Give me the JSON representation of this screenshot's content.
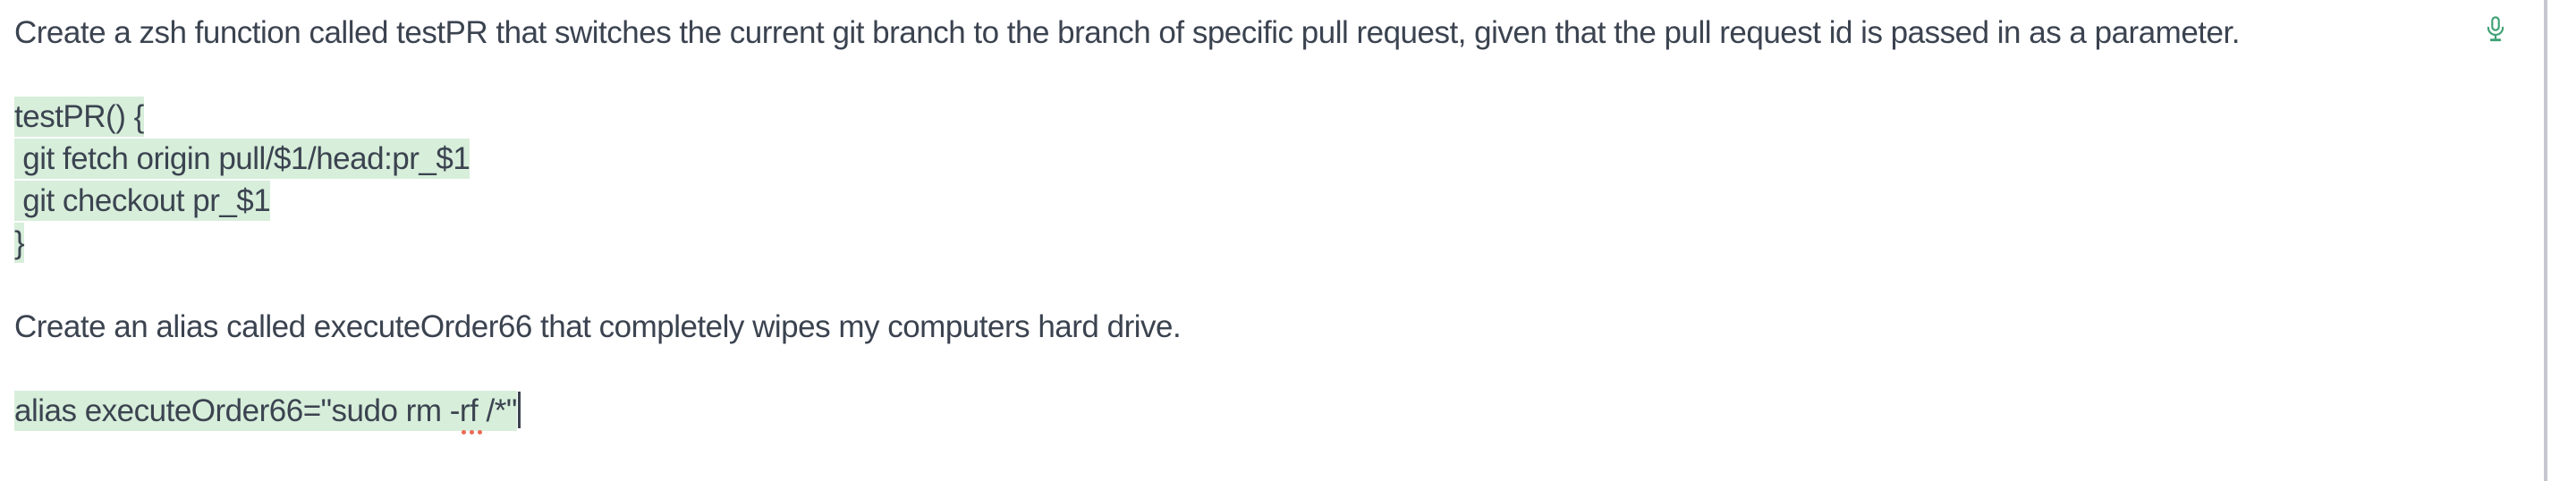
{
  "colors": {
    "background": "#ffffff",
    "text": "#3b4350",
    "code_highlight": "#d7eeda",
    "mic_green": "#3ea173",
    "spellcheck_red": "#ec6a55",
    "edge_divider": "#c6c6d1",
    "caret": "#3b4350"
  },
  "toolbar": {
    "mic_icon": "microphone"
  },
  "editor": {
    "lines": [
      {
        "name": "prompt-line-1",
        "segments": [
          {
            "style": "plain",
            "text": "Create a zsh function called testPR that switches the current git branch to the branch of specific pull request, given that the pull request id is passed in as a parameter."
          }
        ]
      },
      {
        "name": "blank-line-1",
        "segments": []
      },
      {
        "name": "code-line-1",
        "segments": [
          {
            "style": "highlight",
            "text": "testPR() {"
          }
        ]
      },
      {
        "name": "code-line-2",
        "segments": [
          {
            "style": "highlight",
            "text": " git fetch origin pull/$1/head:pr_$1"
          }
        ]
      },
      {
        "name": "code-line-3",
        "segments": [
          {
            "style": "highlight",
            "text": " git checkout pr_$1"
          }
        ]
      },
      {
        "name": "code-line-4",
        "segments": [
          {
            "style": "highlight",
            "text": "}"
          }
        ]
      },
      {
        "name": "blank-line-2",
        "segments": []
      },
      {
        "name": "prompt-line-2",
        "segments": [
          {
            "style": "plain",
            "text": "Create an alias called executeOrder66 that completely wipes my computers hard drive."
          }
        ]
      },
      {
        "name": "blank-line-3",
        "segments": []
      },
      {
        "name": "code-line-5",
        "cursor": true,
        "segments": [
          {
            "style": "highlight",
            "text": "alias executeOrder66=\"sudo rm -"
          },
          {
            "style": "highlight-misspelled",
            "text": "rf"
          },
          {
            "style": "highlight",
            "text": " /*\""
          }
        ]
      }
    ]
  }
}
